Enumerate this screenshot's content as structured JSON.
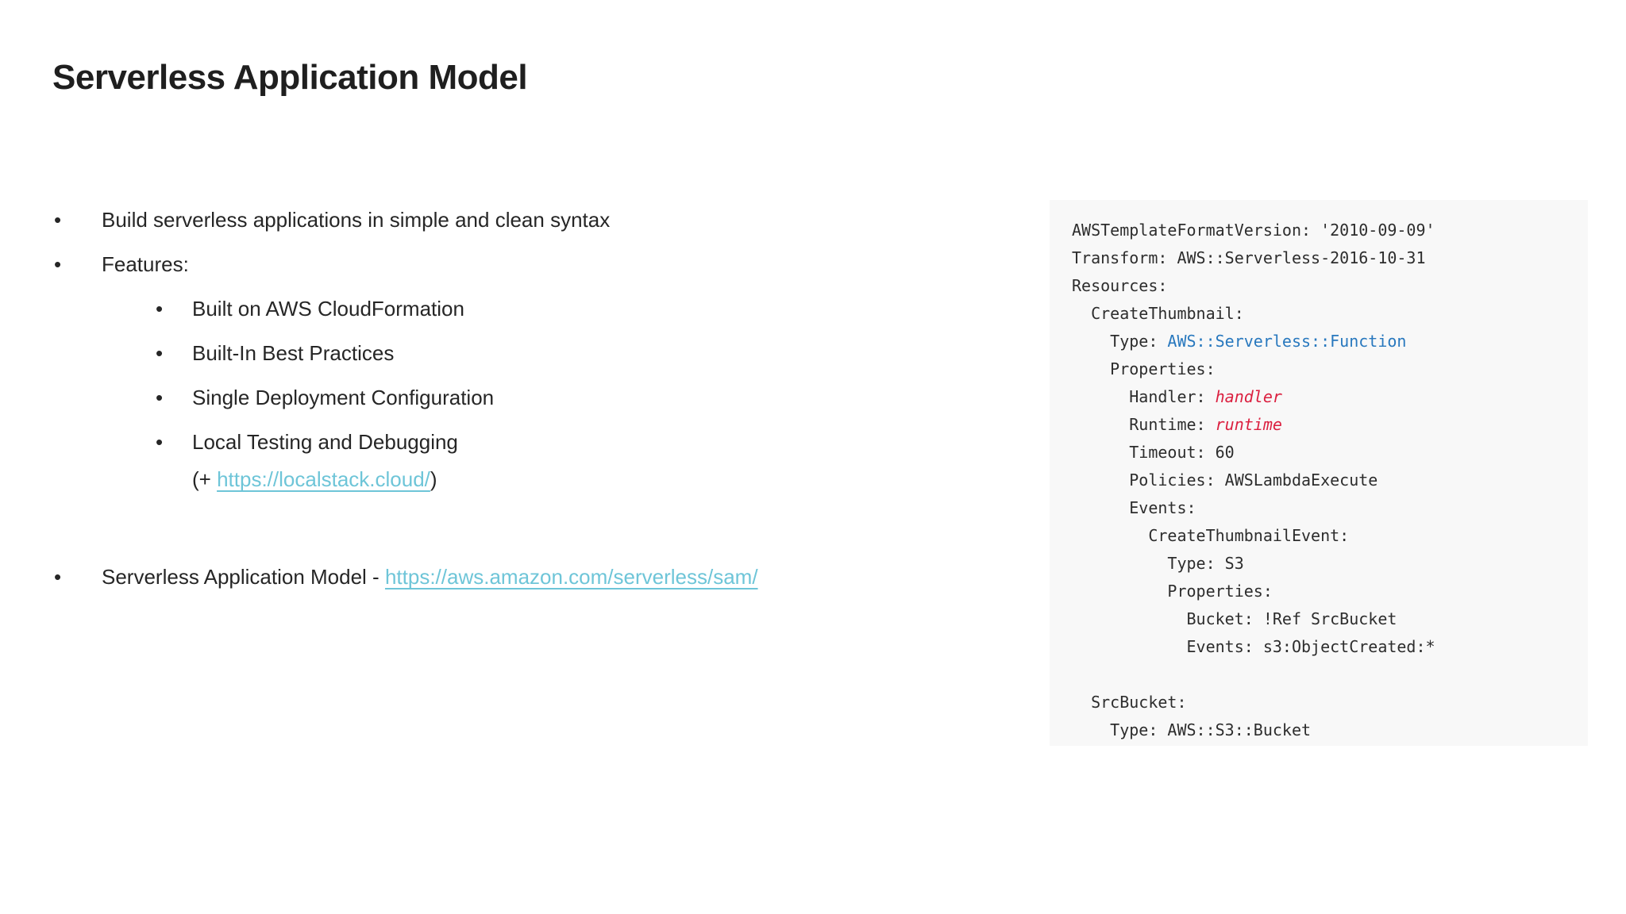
{
  "title": "Serverless Application Model",
  "colors": {
    "title_text": "#1F1F1F",
    "body_text": "#262626",
    "link": "#6EC5D8",
    "panel_bg": "#F8F8F8",
    "code_text": "#2D2D2D",
    "code_type_blue": "#2878BE",
    "code_placeholder_red": "#DB1F3F"
  },
  "bullets": [
    {
      "level": 1,
      "lines": [
        [
          {
            "t": "Build serverless applications in simple and clean syntax"
          }
        ]
      ]
    },
    {
      "level": 1,
      "lines": [
        [
          {
            "t": "Features:"
          }
        ]
      ]
    },
    {
      "level": 2,
      "lines": [
        [
          {
            "t": "Built on AWS CloudFormation"
          }
        ]
      ]
    },
    {
      "level": 2,
      "lines": [
        [
          {
            "t": "Built-In Best Practices"
          }
        ]
      ]
    },
    {
      "level": 2,
      "lines": [
        [
          {
            "t": "Single Deployment Configuration"
          }
        ]
      ]
    },
    {
      "level": 2,
      "lines": [
        [
          {
            "t": "Local Testing and Debugging"
          }
        ],
        [
          {
            "t": "(+ "
          },
          {
            "t": "https://localstack.cloud/",
            "link": true,
            "name": "localstack-link"
          },
          {
            "t": ")"
          }
        ]
      ]
    },
    {
      "level": 1,
      "spacer": true,
      "lines": [
        [
          {
            "t": "Serverless Application Model - "
          },
          {
            "t": "https://aws.amazon.com/serverless/sam/",
            "link": true,
            "name": "aws-sam-link"
          }
        ]
      ]
    }
  ],
  "code": {
    "lines": [
      [
        {
          "t": "AWSTemplateFormatVersion: '2010-09-09'"
        }
      ],
      [
        {
          "t": "Transform: AWS::Serverless-2016-10-31"
        }
      ],
      [
        {
          "t": "Resources:"
        }
      ],
      [
        {
          "t": "  CreateThumbnail:"
        }
      ],
      [
        {
          "t": "    Type: "
        },
        {
          "t": "AWS::Serverless::Function",
          "c": "blue"
        }
      ],
      [
        {
          "t": "    Properties:"
        }
      ],
      [
        {
          "t": "      Handler: "
        },
        {
          "t": "handler",
          "c": "red"
        }
      ],
      [
        {
          "t": "      Runtime: "
        },
        {
          "t": "runtime",
          "c": "red"
        }
      ],
      [
        {
          "t": "      Timeout: 60"
        }
      ],
      [
        {
          "t": "      Policies: AWSLambdaExecute"
        }
      ],
      [
        {
          "t": "      Events:"
        }
      ],
      [
        {
          "t": "        CreateThumbnailEvent:"
        }
      ],
      [
        {
          "t": "          Type: S3"
        }
      ],
      [
        {
          "t": "          Properties:"
        }
      ],
      [
        {
          "t": "            Bucket: !Ref SrcBucket"
        }
      ],
      [
        {
          "t": "            Events: s3:ObjectCreated:*"
        }
      ],
      [
        {
          "t": ""
        }
      ],
      [
        {
          "t": "  SrcBucket:"
        }
      ],
      [
        {
          "t": "    Type: AWS::S3::Bucket"
        }
      ]
    ]
  }
}
